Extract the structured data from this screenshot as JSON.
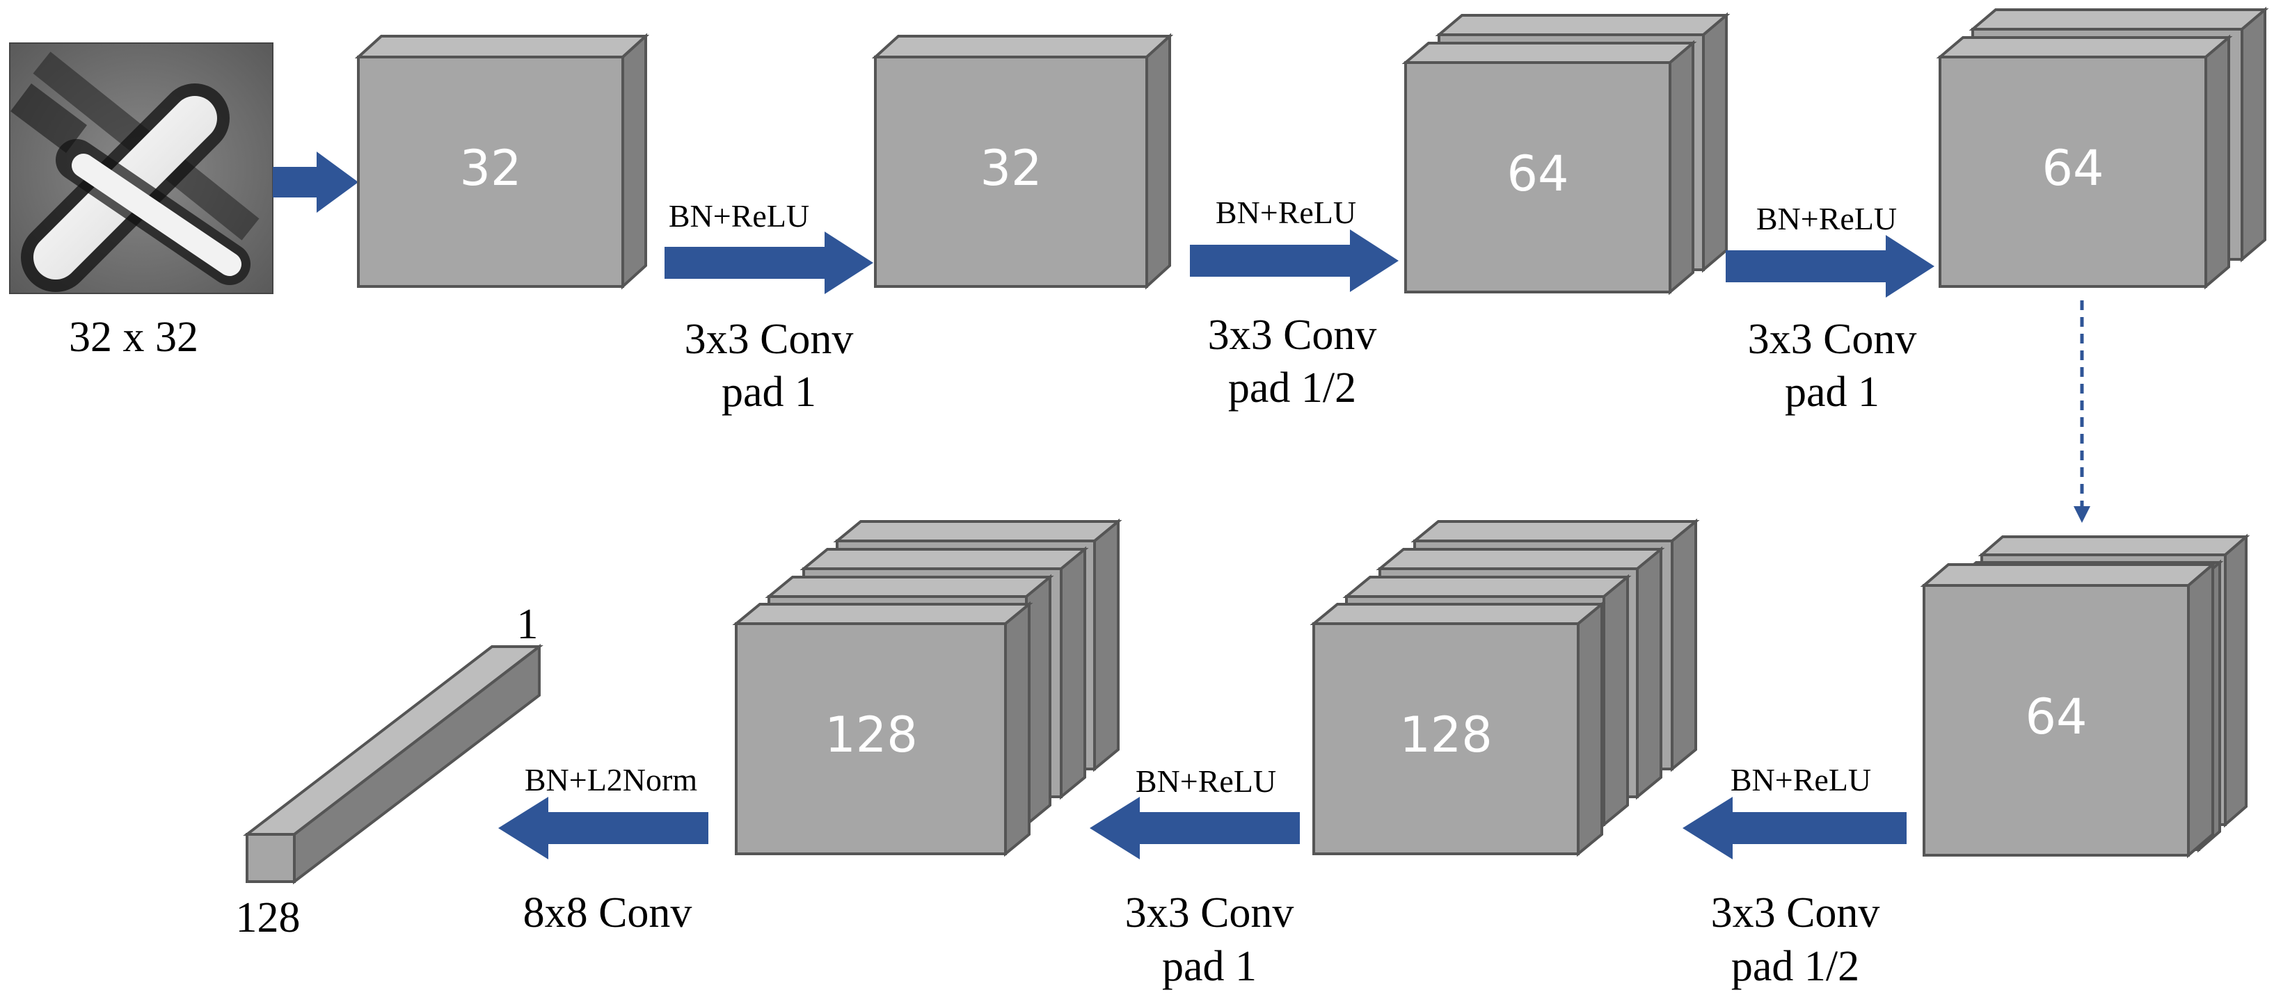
{
  "input": {
    "size_label": "32 x 32"
  },
  "blocks": [
    {
      "channels": "32"
    },
    {
      "channels": "32"
    },
    {
      "channels": "64"
    },
    {
      "channels": "64"
    },
    {
      "channels": "64"
    },
    {
      "channels": "128"
    },
    {
      "channels": "128"
    }
  ],
  "layers": [
    {
      "top": "BN+ReLU",
      "bottom1": "3x3 Conv",
      "bottom2": "pad 1"
    },
    {
      "top": "BN+ReLU",
      "bottom1": "3x3 Conv",
      "bottom2": "pad 1/2"
    },
    {
      "top": "BN+ReLU",
      "bottom1": "3x3 Conv",
      "bottom2": "pad 1"
    },
    {
      "top": "BN+ReLU",
      "bottom1": "3x3 Conv",
      "bottom2": "pad 1/2"
    },
    {
      "top": "BN+ReLU",
      "bottom1": "3x3 Conv",
      "bottom2": "pad 1"
    },
    {
      "top": "BN+L2Norm",
      "bottom1": "8x8 Conv"
    }
  ],
  "output": {
    "depth_label": "1",
    "length_label": "128"
  },
  "colors": {
    "arrow": "#2f5597",
    "cube_front": "#a6a6a6",
    "cube_side": "#7f7f7f",
    "cube_top": "#bdbdbd"
  }
}
